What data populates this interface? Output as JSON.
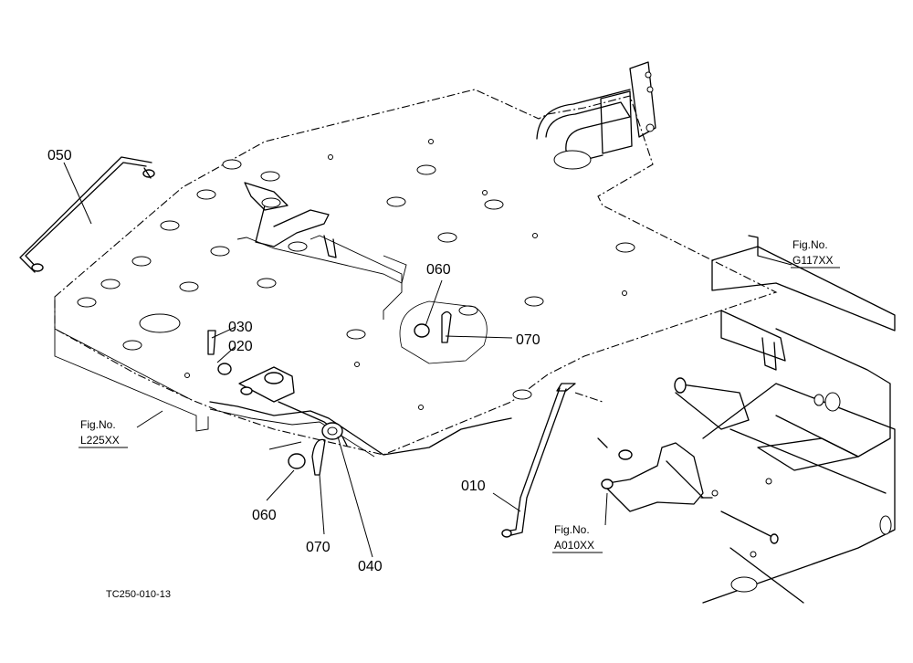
{
  "diagram": {
    "parts": [
      {
        "id": "p010",
        "number": "010"
      },
      {
        "id": "p020",
        "number": "020"
      },
      {
        "id": "p030",
        "number": "030"
      },
      {
        "id": "p040",
        "number": "040"
      },
      {
        "id": "p050",
        "number": "050"
      },
      {
        "id": "p060a",
        "number": "060"
      },
      {
        "id": "p060b",
        "number": "060"
      },
      {
        "id": "p070a",
        "number": "070"
      },
      {
        "id": "p070b",
        "number": "070"
      }
    ],
    "figure_refs": [
      {
        "id": "figG",
        "line1": "Fig.No.",
        "line2": "G117XX"
      },
      {
        "id": "figL",
        "line1": "Fig.No.",
        "line2": "L225XX"
      },
      {
        "id": "figA",
        "line1": "Fig.No.",
        "line2": "A010XX"
      }
    ],
    "drawing_code": "TC250-010-13"
  }
}
